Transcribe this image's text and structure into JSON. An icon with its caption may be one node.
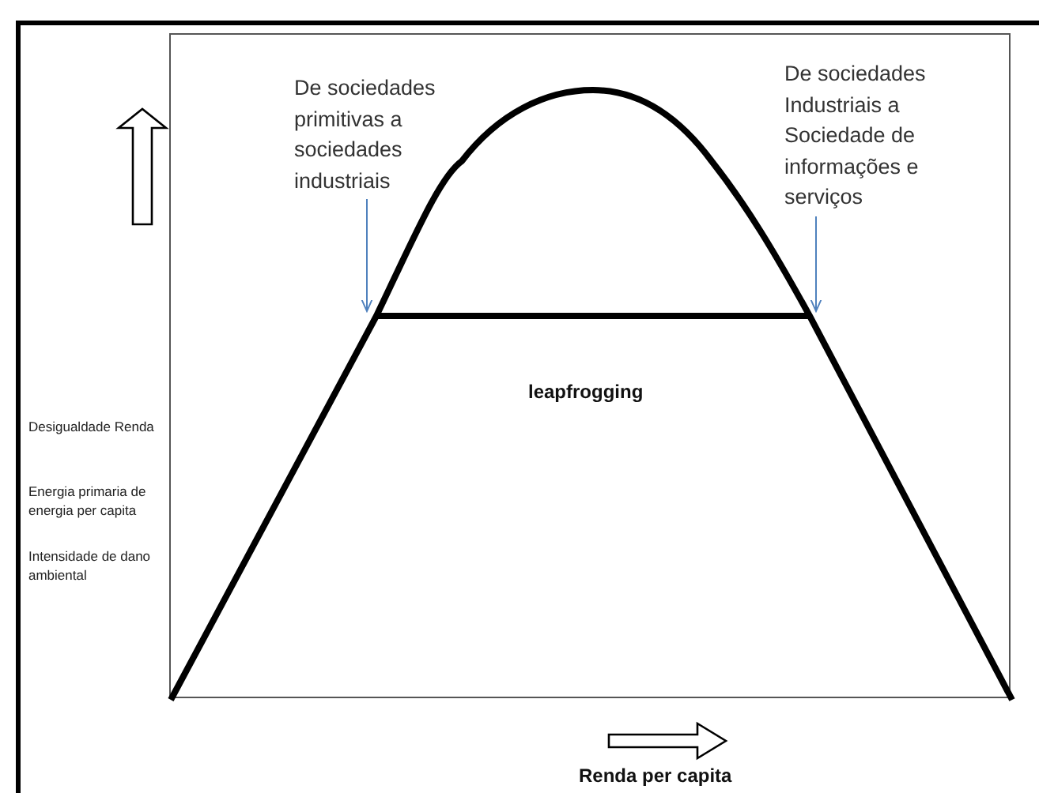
{
  "diagram": {
    "nodes": [
      {
        "text": [
          "De sociedades primitivas a sociedades industriais"
        ]
      },
      {
        "text": [
          "De sociedades Industriais a Sociedade de informações e serviços"
        ]
      }
    ],
    "edges": [
      {
        "from": 0,
        "to": null,
        "arrow": "to"
      },
      {
        "from": 1,
        "to": null,
        "arrow": "to"
      }
    ],
    "labels": [
      "Desigualdade Renda",
      "Energia primaria de energia per capita",
      "Intensidade de dano ambiental",
      "leapfrogging",
      "Renda per capita"
    ]
  }
}
